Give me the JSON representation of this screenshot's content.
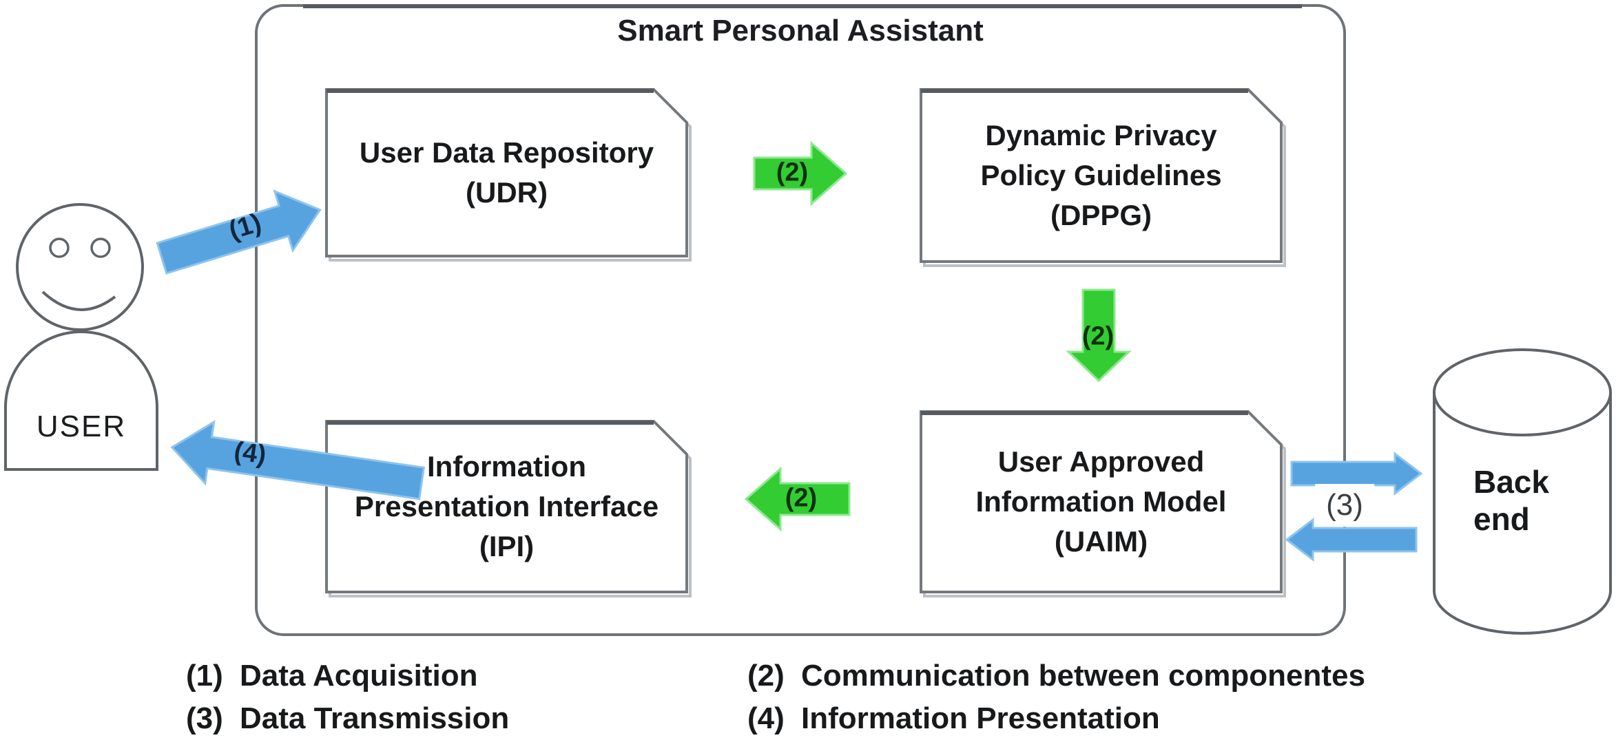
{
  "diagram": {
    "title": "Smart Personal Assistant",
    "user": {
      "label": "USER"
    },
    "backend": {
      "label": "Back end"
    },
    "boxes": [
      {
        "id": "udr",
        "lines": [
          "User Data Repository",
          "(UDR)"
        ]
      },
      {
        "id": "dppg",
        "lines": [
          "Dynamic Privacy",
          "Policy Guidelines",
          "(DPPG)"
        ]
      },
      {
        "id": "ipi",
        "lines": [
          "Information",
          "Presentation Interface",
          "(IPI)"
        ]
      },
      {
        "id": "uaim",
        "lines": [
          "User Approved",
          "Information Model",
          "(UAIM)"
        ]
      }
    ],
    "arrows": [
      {
        "label": "(1)",
        "color": "blue",
        "from": "USER",
        "to": "UDR"
      },
      {
        "label": "(2)",
        "color": "green",
        "from": "UDR",
        "to": "DPPG"
      },
      {
        "label": "(2)",
        "color": "green",
        "from": "DPPG",
        "to": "UAIM"
      },
      {
        "label": "(2)",
        "color": "green",
        "from": "UAIM",
        "to": "IPI"
      },
      {
        "label": "(3)",
        "color": "blue",
        "from": "UAIM",
        "to": "Back end",
        "bidirectional": true
      },
      {
        "label": "(4)",
        "color": "blue",
        "from": "IPI",
        "to": "USER"
      }
    ],
    "legend": [
      {
        "num": "(1)",
        "text": "Data Acquisition"
      },
      {
        "num": "(2)",
        "text": "Communication between componentes"
      },
      {
        "num": "(3)",
        "text": "Data Transmission"
      },
      {
        "num": "(4)",
        "text": "Information Presentation"
      }
    ],
    "colors": {
      "arrow_blue": "#57a3e0",
      "arrow_blue_border": "#8ec4ec",
      "arrow_green": "#33cc33",
      "arrow_green_border": "#8ce98c",
      "box_border": "#74797e",
      "box_border_top": "#565b60",
      "container_border": "#6e7378",
      "figure_outline": "#5f6468",
      "text": "#17191b"
    }
  }
}
